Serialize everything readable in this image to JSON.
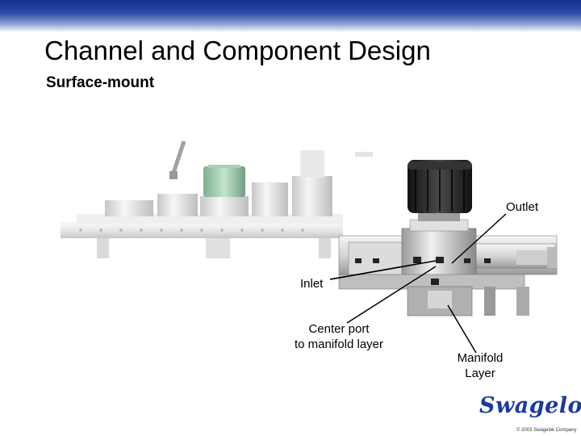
{
  "slide": {
    "title": "Channel and Component Design",
    "subtitle": "Surface-mount"
  },
  "callouts": {
    "outlet": "Outlet",
    "inlet": "Inlet",
    "center_port_line1": "Center port",
    "center_port_line2": "to manifold layer",
    "manifold_line1": "Manifold",
    "manifold_line2": "Layer"
  },
  "brand": {
    "logo_text": "Swagelok",
    "copyright": "© 2003 Swagelok Company",
    "accent_color": "#1a3aa0",
    "header_color": "#0f2f8a"
  }
}
